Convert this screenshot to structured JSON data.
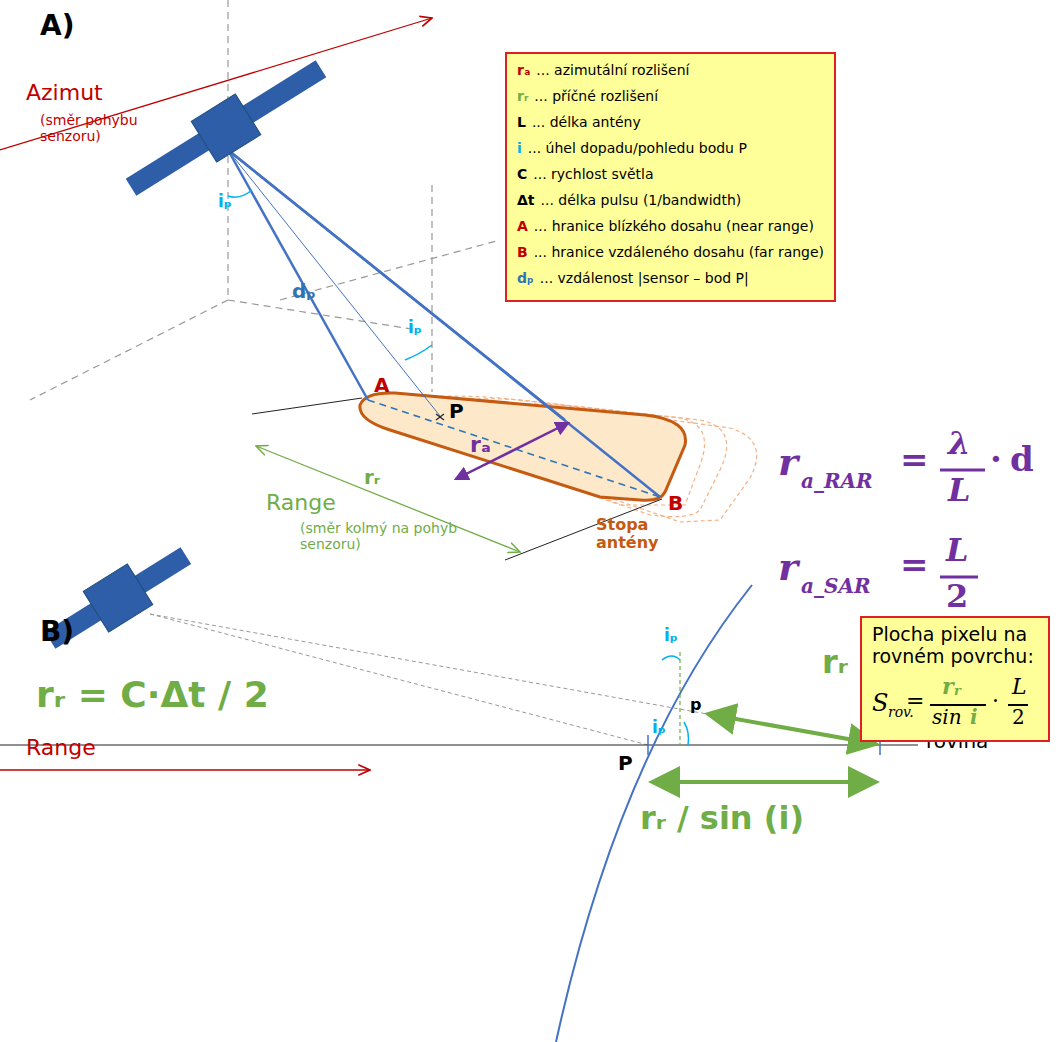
{
  "diagram": {
    "nodes": [
      {
        "text": [
          "rₐ",
          "... azimutální rozlišení",
          "rᵣ",
          "... příčné rozlišení",
          "L",
          "... délka antény",
          "i",
          "... úhel dopadu/pohledu bodu P",
          "C",
          "... rychlost světla",
          "Δt",
          "... délka pulsu (1/bandwidth)",
          "A",
          "... hranice blízkého dosahu (near range)",
          "B",
          "... hranice vzdáleného dosahu (far range)",
          "dₚ",
          "... vzdálenost |sensor – bod P|"
        ]
      },
      {
        "text": [
          "Plocha pixelu na rovném povrchu:",
          "S",
          "rov.",
          "=",
          "r",
          "r",
          "sin",
          "i",
          "·",
          "L",
          "2"
        ]
      }
    ],
    "labels": [
      "A)",
      "Azimut",
      "(směr pohybu senzoru)",
      "iₚ",
      "dₚ",
      "iₚ",
      "A",
      "P",
      "rₐ",
      "B",
      "Range",
      "rᵣ",
      "(směr kolmý na pohyb senzoru)",
      "Stopa antény",
      "B)",
      "rᵣ = C·Δt / 2",
      "Range",
      "iₚ",
      "p",
      "iₚ",
      "P",
      "rᵣ",
      "rovina",
      "rᵣ / sin (i)",
      "r",
      "a_RAR",
      "=",
      "λ",
      "L",
      "·",
      "d",
      "r",
      "a_SAR",
      "=",
      "L",
      "2"
    ]
  }
}
